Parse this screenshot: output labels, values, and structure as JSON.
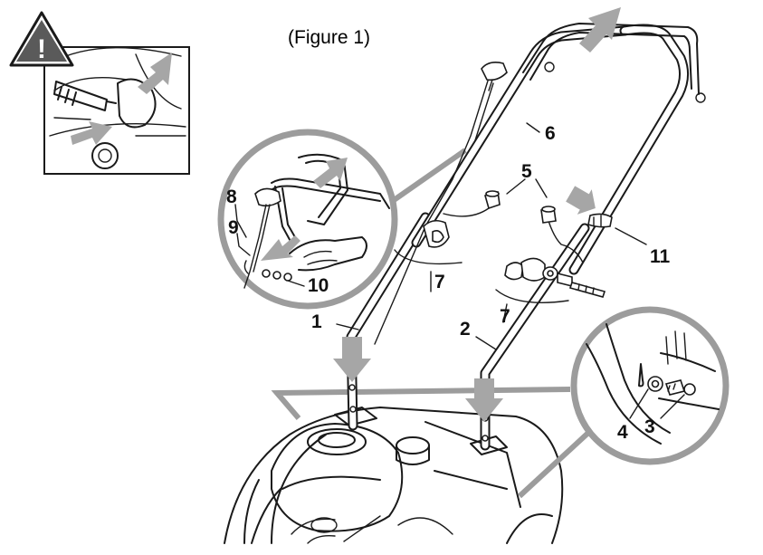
{
  "caption": "(Figure 1)",
  "warning": {
    "symbol": "!"
  },
  "callouts": [
    {
      "id": "c1",
      "text": "1"
    },
    {
      "id": "c2",
      "text": "2"
    },
    {
      "id": "c3",
      "text": "3"
    },
    {
      "id": "c4",
      "text": "4"
    },
    {
      "id": "c5",
      "text": "5"
    },
    {
      "id": "c6",
      "text": "6"
    },
    {
      "id": "c7a",
      "text": "7"
    },
    {
      "id": "c7b",
      "text": "7"
    },
    {
      "id": "c8",
      "text": "8"
    },
    {
      "id": "c9",
      "text": "9"
    },
    {
      "id": "c10",
      "text": "10"
    },
    {
      "id": "c11",
      "text": "11"
    }
  ],
  "colors": {
    "line": "#1a1a1a",
    "arrow_gray": "#a6a6a6",
    "ring_gray": "#9c9c9c",
    "background": "#ffffff"
  },
  "icons": [
    "warning-triangle-icon",
    "spark-plug-detail",
    "direction-arrow-icon",
    "magnifier-detail"
  ]
}
